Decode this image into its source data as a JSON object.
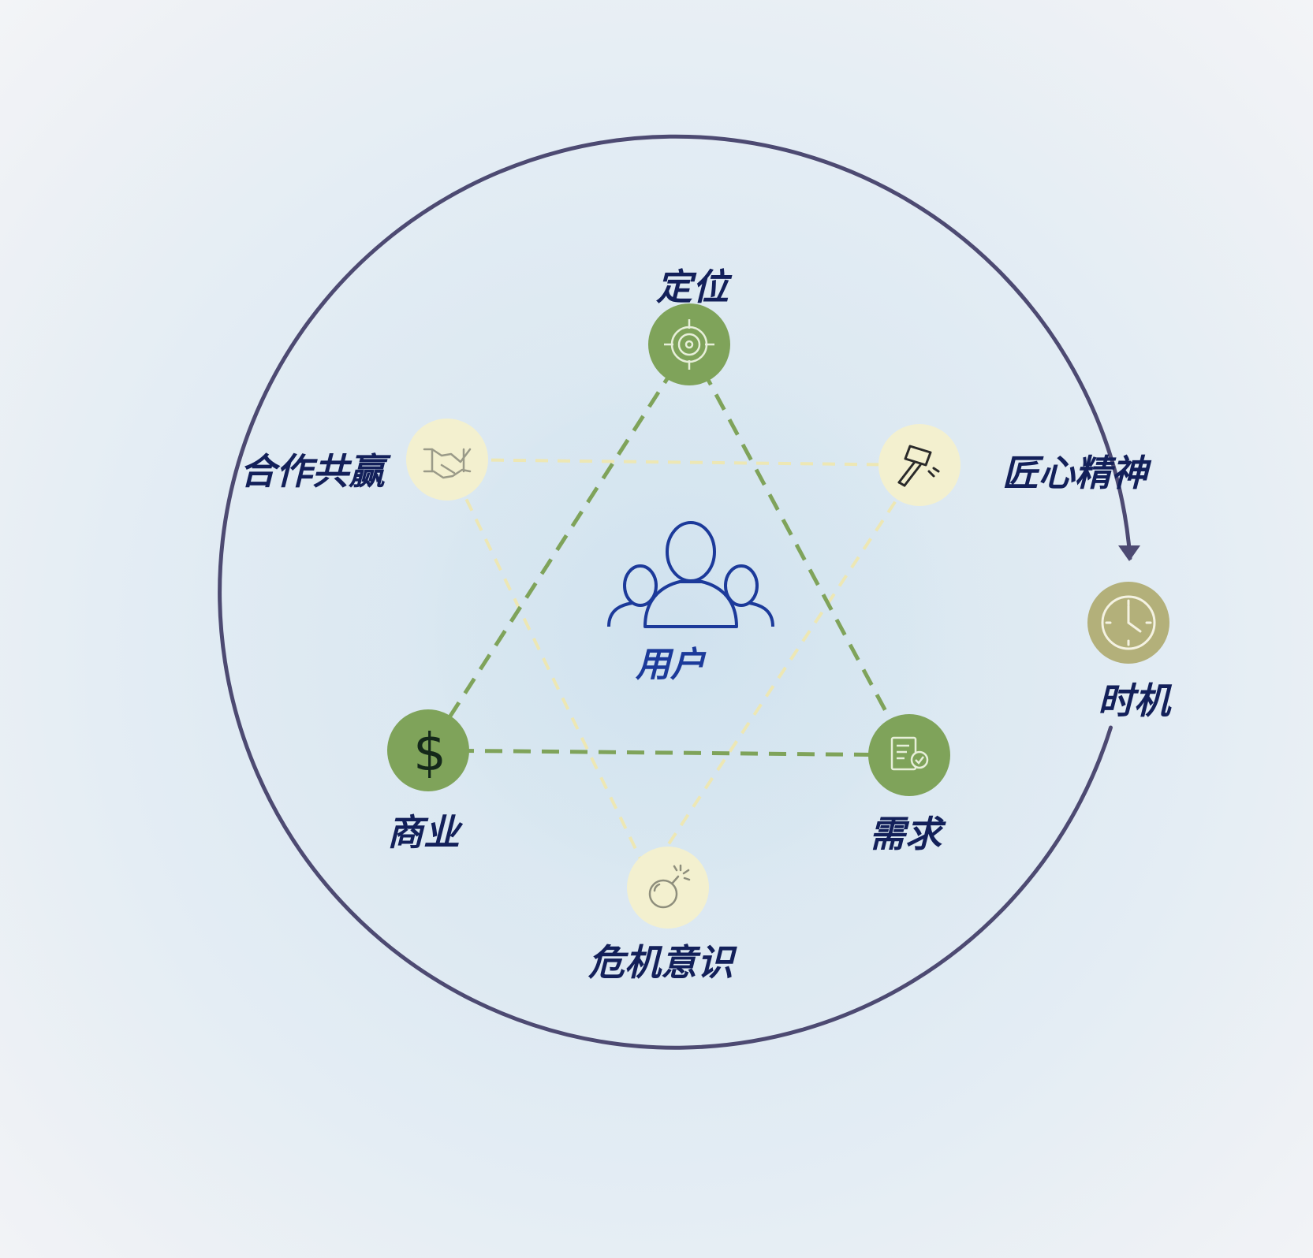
{
  "center": {
    "label": "用户",
    "icon": "users-group-icon"
  },
  "nodes": {
    "positioning": {
      "label": "定位",
      "icon": "target-icon"
    },
    "business": {
      "label": "商业",
      "icon": "dollar-icon"
    },
    "demand": {
      "label": "需求",
      "icon": "document-check-icon"
    },
    "cooperation": {
      "label": "合作共赢",
      "icon": "handshake-icon"
    },
    "craftsmanship": {
      "label": "匠心精神",
      "icon": "hammer-icon"
    },
    "crisis": {
      "label": "危机意识",
      "icon": "bomb-icon"
    },
    "timing": {
      "label": "时机",
      "icon": "clock-icon"
    }
  },
  "colors": {
    "primary_node": "#7fa35a",
    "secondary_node": "#f3f0cf",
    "timing_node": "#b3b07a",
    "outer_ring": "#4d4a72",
    "label_text": "#13205a",
    "center_text": "#1c3a9a",
    "primary_dash": "#7fa35a",
    "secondary_dash": "#ede7b4"
  }
}
